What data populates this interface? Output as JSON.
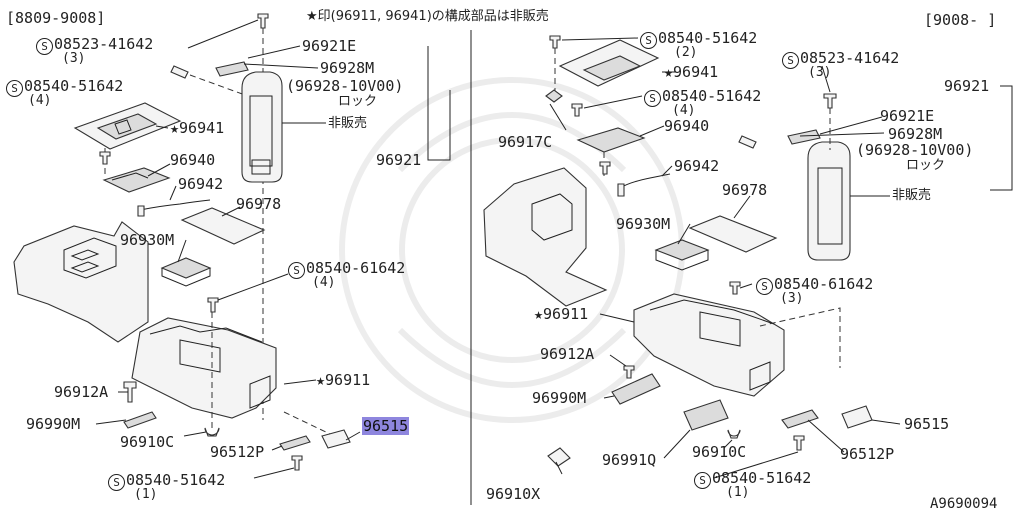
{
  "header": {
    "left_range": "[8809-9008]",
    "right_range": "[9008-   ]",
    "note": "★印(96911, 96941)の構成部品は非販売"
  },
  "left": {
    "screw_a": {
      "code": "08523-41642",
      "qty": "(3)"
    },
    "screw_b": {
      "code": "08540-51642",
      "qty": "(4)"
    },
    "screw_c": {
      "code": "08540-61642",
      "qty": "(4)"
    },
    "screw_d": {
      "code": "08540-51642",
      "qty": "(1)"
    },
    "p96921E": "96921E",
    "p96928M": "96928M",
    "p96928_10V00": "96928-10V00",
    "lock": "ロック",
    "not_for_sale": "非販売",
    "p96921": "96921",
    "p96941": "★96941",
    "p96940": "96940",
    "p96942": "96942",
    "p96978": "96978",
    "p96930M": "96930M",
    "p96911": "★96911",
    "p96912A": "96912A",
    "p96990M": "96990M",
    "p96910C": "96910C",
    "p96512P": "96512P",
    "p96515": "96515"
  },
  "right": {
    "screw_a": {
      "code": "08540-51642",
      "qty": "(2)"
    },
    "screw_b": {
      "code": "08540-51642",
      "qty": "(4)"
    },
    "screw_c": {
      "code": "08523-41642",
      "qty": "(3)"
    },
    "screw_d": {
      "code": "08540-61642",
      "qty": "(3)"
    },
    "screw_e": {
      "code": "08540-51642",
      "qty": "(1)"
    },
    "p96941": "★96941",
    "p96917C": "96917C",
    "p96940": "96940",
    "p96942": "96942",
    "p96978": "96978",
    "p96930M": "96930M",
    "p96911": "★96911",
    "p96912A": "96912A",
    "p96990M": "96990M",
    "p96991Q": "96991Q",
    "p96910C": "96910C",
    "p96910X": "96910X",
    "p96512P": "96512P",
    "p96515": "96515",
    "p96921": "96921",
    "p96921E": "96921E",
    "p96928M": "96928M",
    "p96928_10V00": "96928-10V00",
    "lock": "ロック",
    "not_for_sale": "非販売"
  },
  "figure_id": "A9690094",
  "screw_symbol": "S",
  "highlight_color": "#8e86de"
}
